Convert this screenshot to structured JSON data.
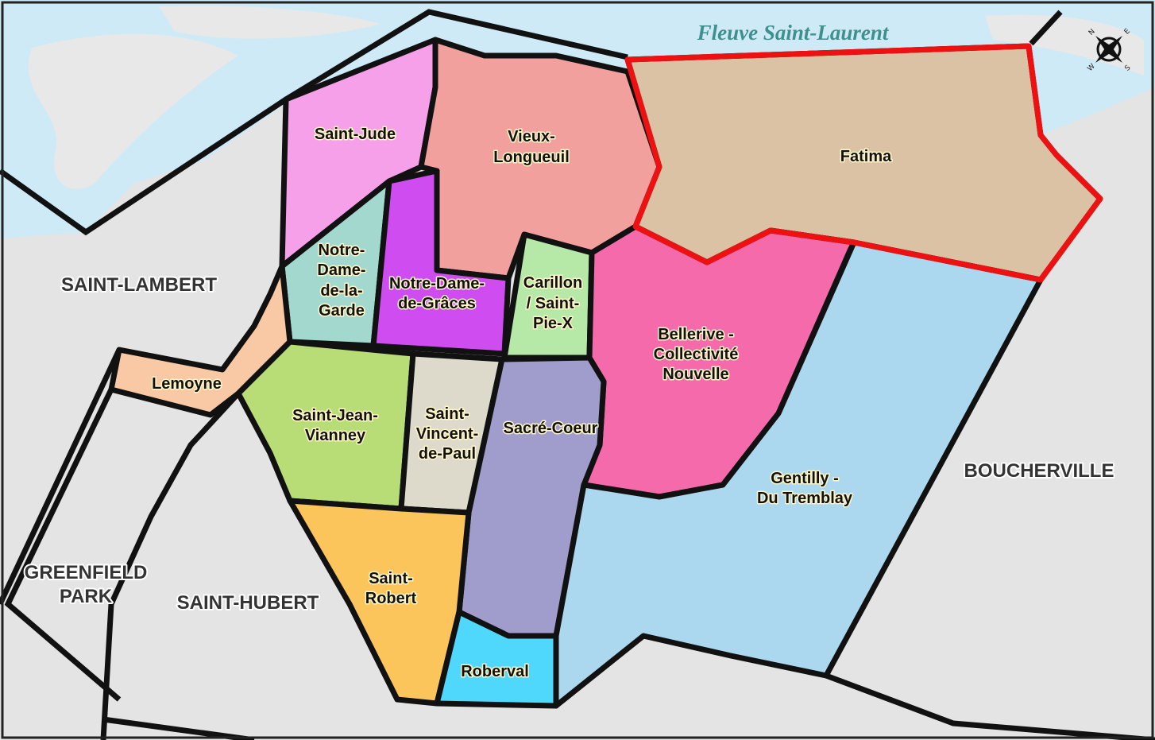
{
  "map": {
    "river_label": "Fleuve Saint-Laurent",
    "cities": {
      "saint_lambert": "SAINT-LAMBERT",
      "boucherville": "BOUCHERVILLE",
      "greenfield_park": [
        "GREENFIELD",
        "PARK"
      ],
      "saint_hubert": "SAINT-HUBERT"
    },
    "districts": {
      "saint_jude": [
        "Saint-Jude"
      ],
      "vieux_longueuil": [
        "Vieux-",
        "Longueuil"
      ],
      "fatima": [
        "Fatima"
      ],
      "notre_dame_de_la_garde": [
        "Notre-",
        "Dame-",
        "de-la-",
        "Garde"
      ],
      "notre_dame_de_graces": [
        "Notre-Dame-",
        "de-Grâces"
      ],
      "carillon": [
        "Carillon",
        "/ Saint-",
        "Pie-X"
      ],
      "bellerive": [
        "Bellerive -",
        "Collectivité",
        "Nouvelle"
      ],
      "lemoyne": [
        "Lemoyne"
      ],
      "saint_jean_vianney": [
        "Saint-Jean-",
        "Vianney"
      ],
      "saint_vincent_de_paul": [
        "Saint-",
        "Vincent-",
        "de-Paul"
      ],
      "sacre_coeur": [
        "Sacré-Coeur"
      ],
      "gentilly": [
        "Gentilly -",
        "Du Tremblay"
      ],
      "saint_robert": [
        "Saint-",
        "Robert"
      ],
      "roberval": [
        "Roberval"
      ]
    },
    "highlighted_district": "Fatima",
    "compass": {
      "n": "N",
      "e": "E",
      "s": "S",
      "w": "W"
    },
    "colors": {
      "water": "#cdeaf6",
      "land": "#e4e4e4",
      "highlight": "#ee1111",
      "saint_jude": "#f5a0e8",
      "vieux_longueuil": "#f2a09e",
      "fatima": "#dbc2a4",
      "notre_dame_de_la_garde": "#a3d8cf",
      "notre_dame_de_graces": "#cf4cf1",
      "carillon": "#b6e9a8",
      "bellerive": "#f56aab",
      "lemoyne": "#f8c9a4",
      "saint_jean_vianney": "#b8dc76",
      "saint_vincent_de_paul": "#ddd9cb",
      "sacre_coeur": "#a09ccb",
      "gentilly": "#acd8ef",
      "saint_robert": "#fbc55c",
      "roberval": "#4fd8fb"
    }
  }
}
